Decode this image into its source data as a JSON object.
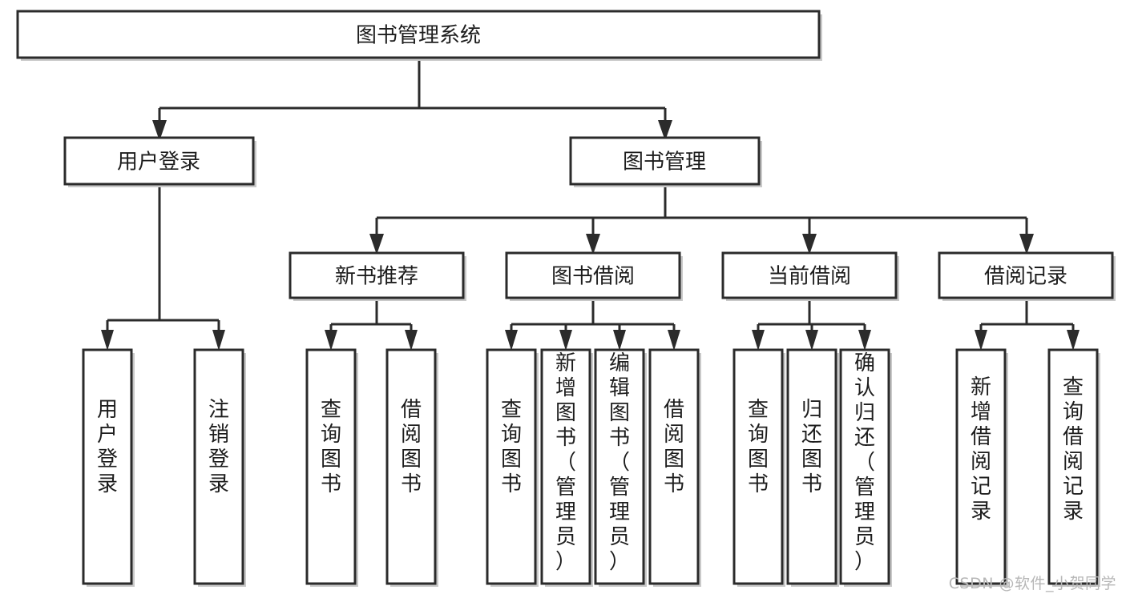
{
  "diagram": {
    "type": "tree-hierarchy",
    "orientation": "top-down",
    "root": {
      "id": "root",
      "label": "图书管理系统"
    },
    "level2": [
      {
        "id": "user-login",
        "label": "用户登录"
      },
      {
        "id": "book-management",
        "label": "图书管理"
      }
    ],
    "level3": [
      {
        "id": "new-book-recommend",
        "label": "新书推荐",
        "parent": "book-management"
      },
      {
        "id": "book-borrow",
        "label": "图书借阅",
        "parent": "book-management"
      },
      {
        "id": "current-borrow",
        "label": "当前借阅",
        "parent": "book-management"
      },
      {
        "id": "borrow-record",
        "label": "借阅记录",
        "parent": "book-management"
      }
    ],
    "leaves": {
      "user_login": [
        {
          "id": "leaf-user-login",
          "label": "用户登录"
        },
        {
          "id": "leaf-logout-login",
          "label": "注销登录"
        }
      ],
      "new_book_recommend": [
        {
          "id": "leaf-query-book-1",
          "label": "查询图书"
        },
        {
          "id": "leaf-borrow-book-1",
          "label": "借阅图书"
        }
      ],
      "book_borrow": [
        {
          "id": "leaf-query-book-2",
          "label": "查询图书"
        },
        {
          "id": "leaf-add-book",
          "label": "新增图书（管理员）"
        },
        {
          "id": "leaf-edit-book",
          "label": "编辑图书（管理员）"
        },
        {
          "id": "leaf-borrow-book-2",
          "label": "借阅图书"
        }
      ],
      "current_borrow": [
        {
          "id": "leaf-query-book-3",
          "label": "查询图书"
        },
        {
          "id": "leaf-return-book",
          "label": "归还图书"
        },
        {
          "id": "leaf-confirm-return",
          "label": "确认归还（管理员）"
        }
      ],
      "borrow_record": [
        {
          "id": "leaf-add-record",
          "label": "新增借阅记录"
        },
        {
          "id": "leaf-query-record",
          "label": "查询借阅记录"
        }
      ]
    }
  },
  "watermark": {
    "text": "CSDN @软件_小贺同学"
  },
  "colors": {
    "box_stroke": "#2b2b2b",
    "box_fill": "#ffffff",
    "edge": "#2b2b2b",
    "shadow": "#c9c9c9",
    "text": "#1d1d1d",
    "watermark": "#b7b7b7",
    "background": "#ffffff"
  }
}
